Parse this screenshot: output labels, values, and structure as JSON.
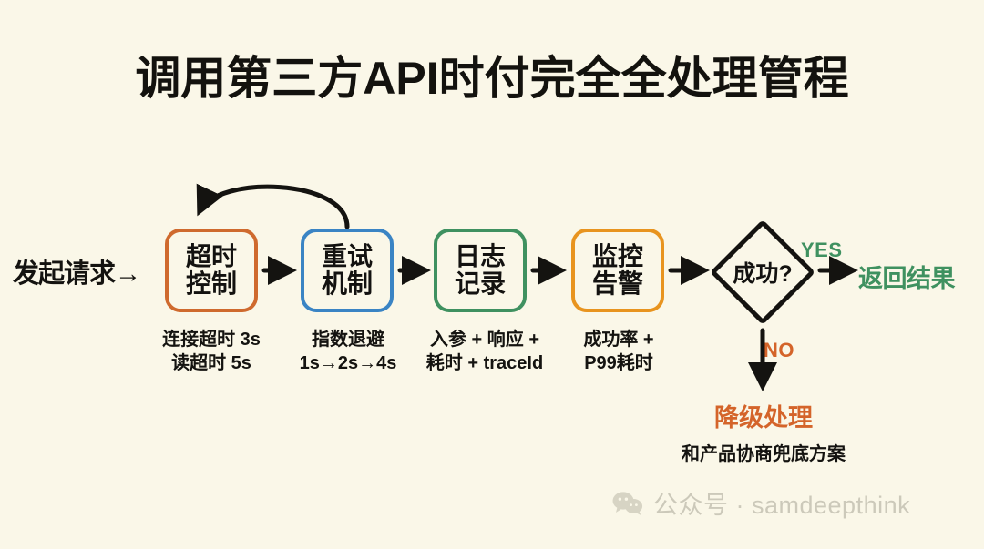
{
  "page": {
    "background_color": "#faf7e8",
    "title": "调用第三方API时付完全全处理管程"
  },
  "flow": {
    "entry_label": "发起请求→",
    "nodes": [
      {
        "id": "timeout-control",
        "line1": "超时",
        "line2": "控制",
        "border_color": "#cf6a2e",
        "caption_line1": "连接超时 3s",
        "caption_line2": "读超时 5s"
      },
      {
        "id": "retry-mechanism",
        "line1": "重试",
        "line2": "机制",
        "border_color": "#3a84c4",
        "caption_line1": "指数退避",
        "caption_line2": "1s→2s→4s"
      },
      {
        "id": "log-record",
        "line1": "日志",
        "line2": "记录",
        "border_color": "#3f9160",
        "caption_line1": "入参 + 响应 +",
        "caption_line2": "耗时 + traceId"
      },
      {
        "id": "monitor-alert",
        "line1": "监控",
        "line2": "告警",
        "border_color": "#e8941f",
        "caption_line1": "成功率 +",
        "caption_line2": "P99耗时"
      }
    ],
    "decision": {
      "label": "成功?",
      "border_color": "#141310"
    },
    "branches": {
      "yes_label": "YES",
      "yes_color": "#3f9160",
      "no_label": "NO",
      "no_color": "#d4642a"
    },
    "outcomes": {
      "success": "返回结果",
      "success_color": "#3f9160",
      "fallback": "降级处理",
      "fallback_color": "#d4642a",
      "fallback_note": "和产品协商兜底方案"
    }
  },
  "watermark": {
    "icon": "wechat-icon",
    "text": "公众号 · samdeepthink",
    "color": "#8d8b7c"
  }
}
